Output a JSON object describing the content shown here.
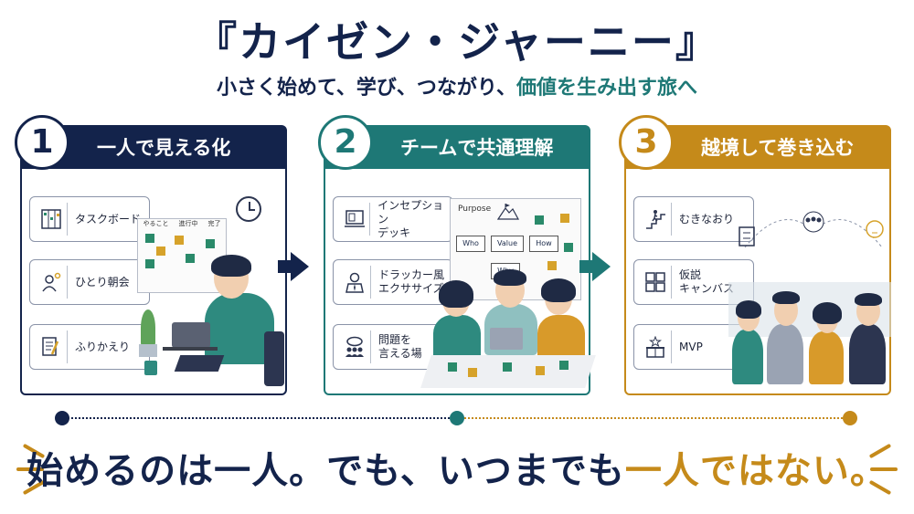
{
  "title": "『カイゼン・ジャーニー』",
  "subtitle": {
    "prefix": "小さく始めて、学び、つながり、",
    "accent": "価値を生み出す旅へ"
  },
  "colors": {
    "navy": "#13234b",
    "teal": "#1e7876",
    "gold": "#c58a1a"
  },
  "steps": [
    {
      "number": "1",
      "title": "一人で見える化",
      "items": [
        {
          "icon": "kanban-board-icon",
          "label": "タスクボード"
        },
        {
          "icon": "person-sun-icon",
          "label": "ひとり朝会"
        },
        {
          "icon": "notepad-pencil-icon",
          "label": "ふりかえり"
        }
      ],
      "board_columns": [
        "やること",
        "進行中",
        "完了"
      ]
    },
    {
      "number": "2",
      "title": "チームで共通理解",
      "items": [
        {
          "icon": "slide-deck-icon",
          "label": "インセプション\nデッキ"
        },
        {
          "icon": "businessman-icon",
          "label": "ドラッカー風\nエクササイズ"
        },
        {
          "icon": "speech-group-icon",
          "label": "問題を\n言える場"
        }
      ],
      "whiteboard": {
        "heading": "Purpose",
        "boxes": [
          "Who",
          "Value",
          "How",
          "Why"
        ]
      }
    },
    {
      "number": "3",
      "title": "越境して巻き込む",
      "items": [
        {
          "icon": "stairs-climber-icon",
          "label": "むきなおり"
        },
        {
          "icon": "canvas-grid-icon",
          "label": "仮説\nキャンバス"
        },
        {
          "icon": "gift-star-icon",
          "label": "MVP"
        }
      ]
    }
  ],
  "bottom_message": {
    "prefix": "始めるのは一人。でも、いつまでも",
    "accent": "一人ではない。"
  }
}
